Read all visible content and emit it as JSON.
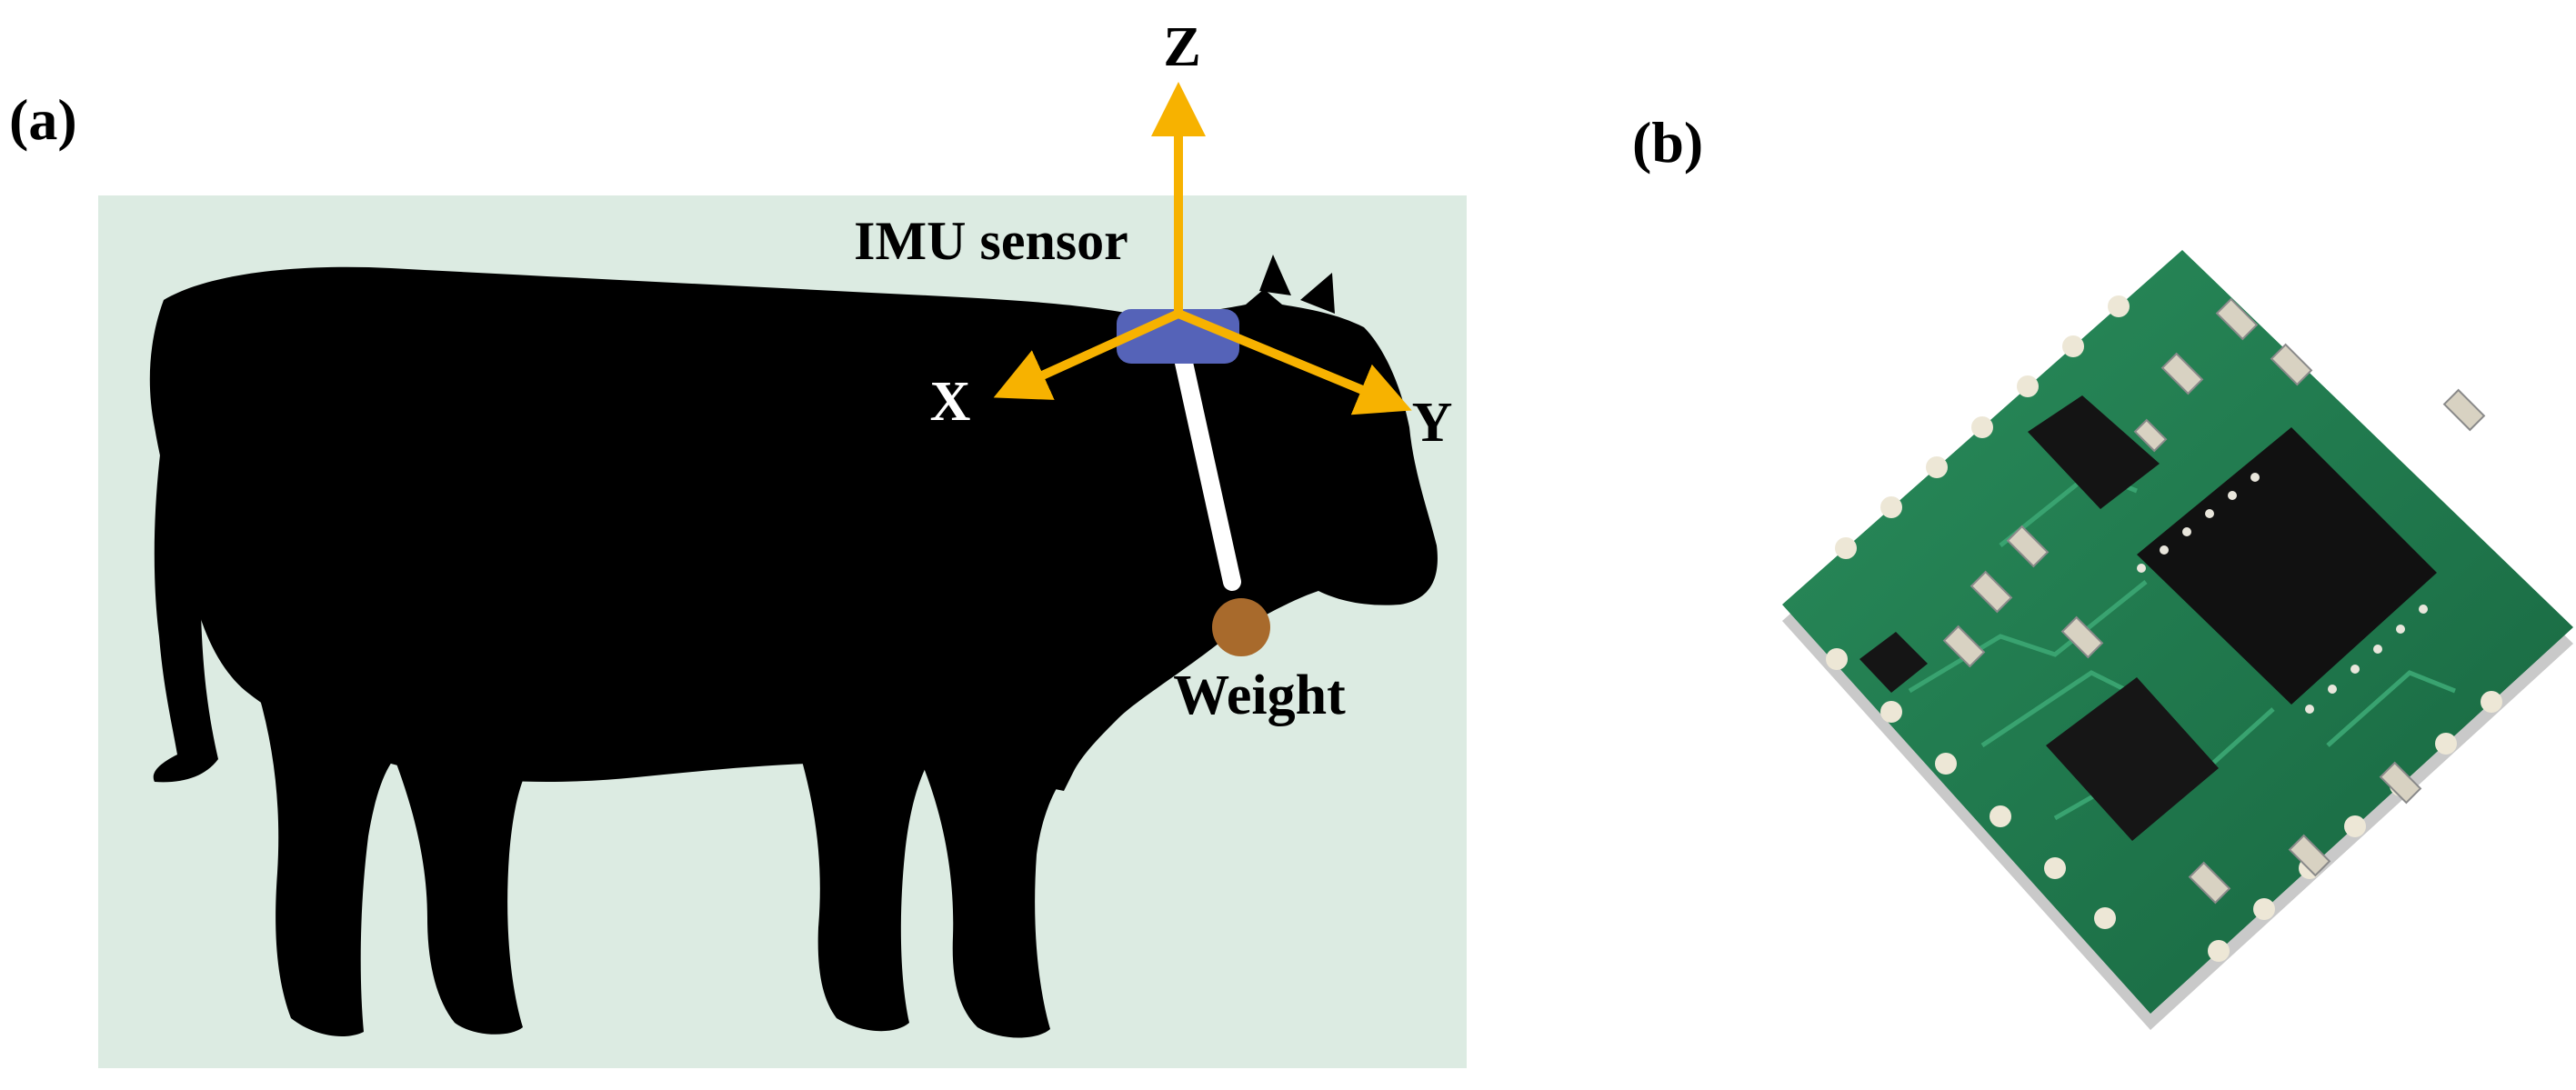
{
  "panels": {
    "a": {
      "label": "(a)"
    },
    "b": {
      "label": "(b)"
    }
  },
  "diagram_a": {
    "axis_z": "Z",
    "axis_x": "X",
    "axis_y": "Y",
    "sensor_label": "IMU sensor",
    "weight_label": "Weight"
  },
  "colors": {
    "background_panel": "#dcebe2",
    "cow_silhouette": "#000000",
    "axis_arrows": "#f7b200",
    "sensor_body": "#5563b8",
    "weight_ball": "#a86a2c",
    "strap": "#ffffff",
    "pcb_green": "#1f7a4f",
    "pcb_chip": "#111111"
  }
}
